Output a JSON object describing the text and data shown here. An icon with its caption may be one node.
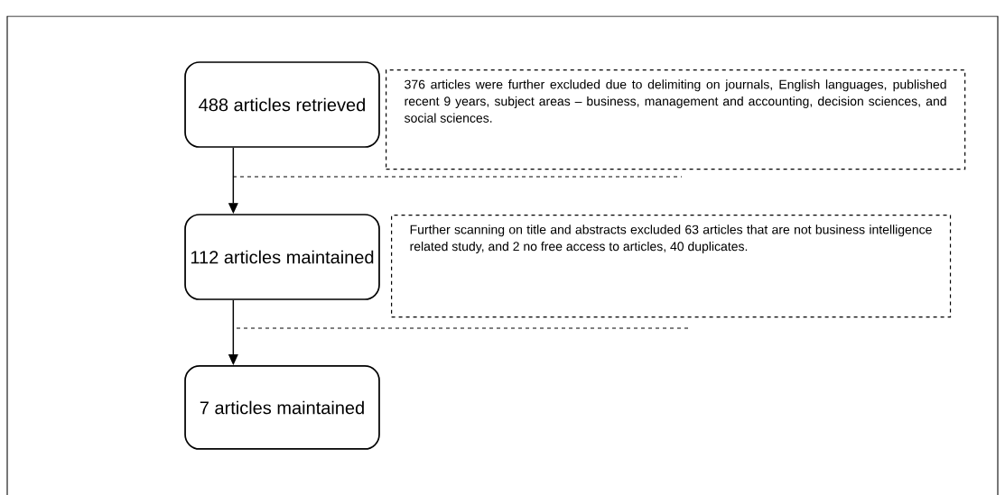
{
  "diagram": {
    "nodes": [
      {
        "text": [
          "488 articles retrieved"
        ]
      },
      {
        "text": [
          "376 articles were further excluded due to delimiting on journals, English languages, published recent 9 years, subject areas – business, management and accounting, decision sciences, and social sciences."
        ]
      },
      {
        "text": [
          "112 articles maintained"
        ]
      },
      {
        "text": [
          "Further scanning on title and abstracts excluded 63 articles that are not business intelligence related study, and 2 no free access to articles, 40 duplicates."
        ]
      },
      {
        "text": [
          "7 articles maintained"
        ]
      }
    ],
    "edges": [
      {
        "from": 0,
        "to": 2,
        "arrow": "to"
      },
      {
        "from": 2,
        "to": 4,
        "arrow": "to"
      }
    ]
  }
}
